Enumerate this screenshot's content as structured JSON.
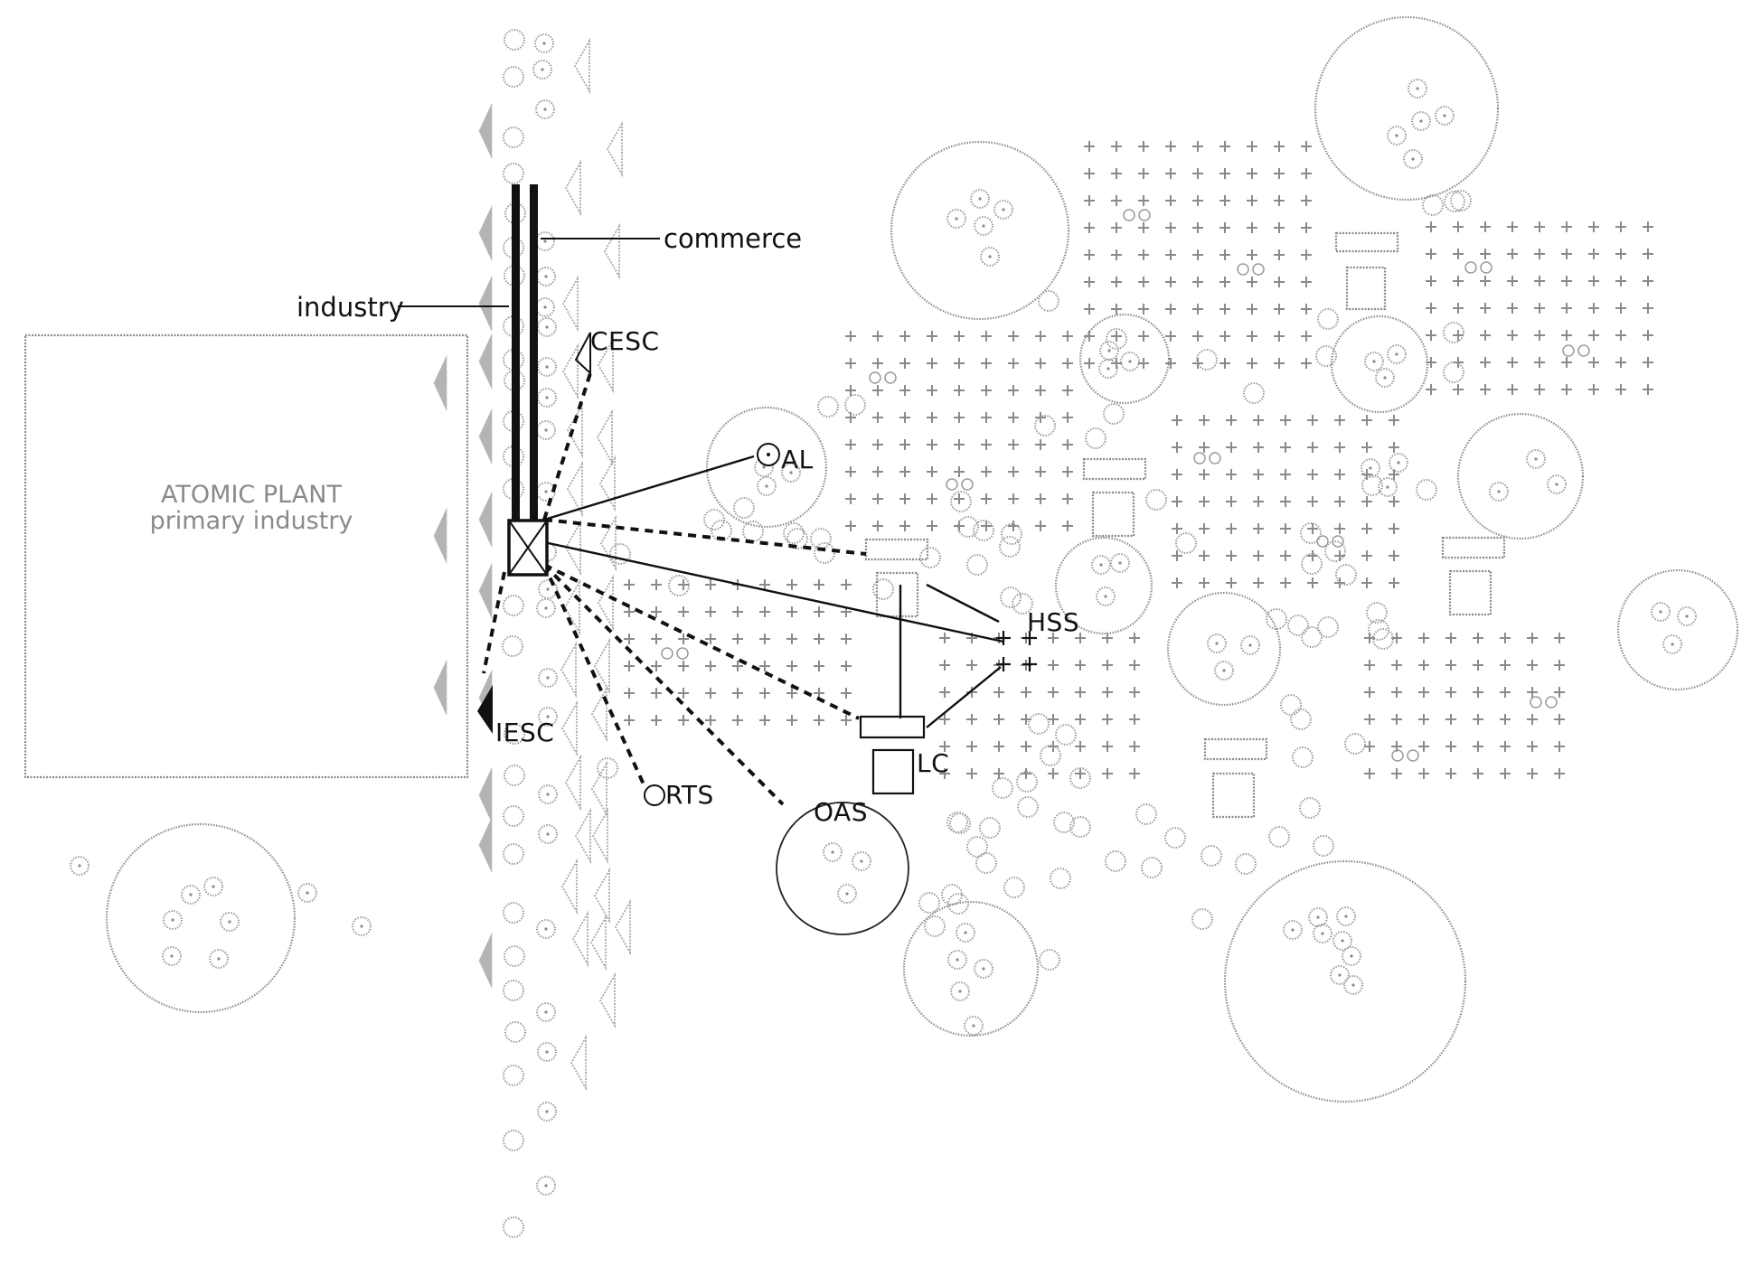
{
  "labels": {
    "commerce": "commerce",
    "industry": "industry",
    "cesc": "CESC",
    "oal": "AL",
    "atomic_plant_line1": "ATOMIC PLANT",
    "atomic_plant_line2": "primary industry",
    "hss": "HSS",
    "iesc": "IESC",
    "rts": "RTS",
    "oas": "OAS",
    "lc": "LC"
  },
  "colors": {
    "ink": "#111111",
    "gray_mark": "#8a8a8a",
    "background": "#ffffff"
  },
  "icons": {
    "plant_site_box": "square-with-cross",
    "al_marker": "circle-with-dot",
    "rts_marker": "open-circle"
  }
}
